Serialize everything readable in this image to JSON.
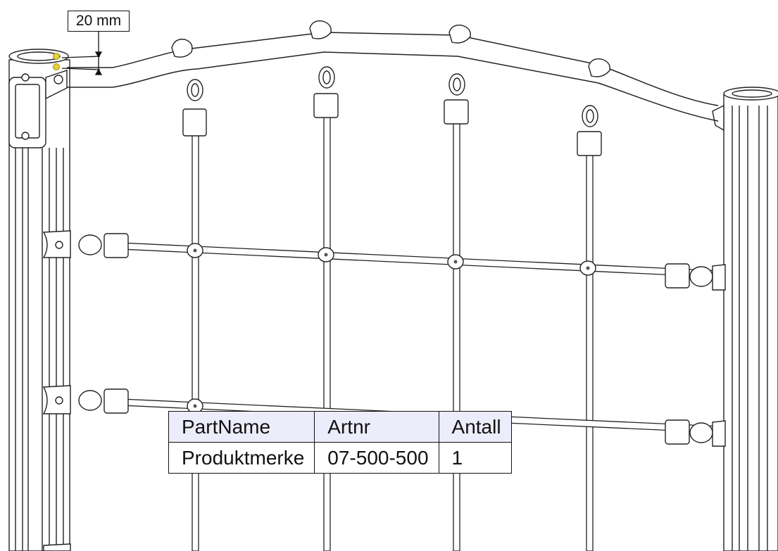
{
  "dimension": {
    "label": "20 mm"
  },
  "parts_table": {
    "headers": [
      "PartName",
      "Artnr",
      "Antall"
    ],
    "rows": [
      [
        "Produktmerke",
        "07-500-500",
        "1"
      ]
    ]
  },
  "colors": {
    "marker": "#e8d23c",
    "header_bg": "#ececfa",
    "line": "#222222"
  }
}
